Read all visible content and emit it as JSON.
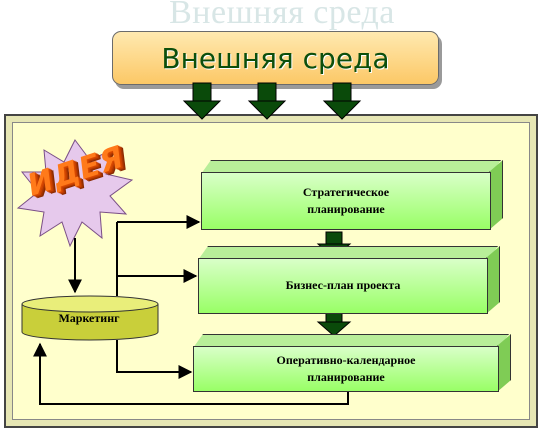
{
  "ghost_title": "Внешняя среда",
  "environment": {
    "label": "Внешняя среда"
  },
  "idea": {
    "label": "ИДЕЯ"
  },
  "marketing": {
    "label": "Маркетинг"
  },
  "boxes": {
    "strategic": {
      "line1": "Стратегическое",
      "line2": "планирование"
    },
    "business_plan": {
      "label": "Бизнес-план проекта"
    },
    "operational": {
      "line1": "Оперативно-календарное",
      "line2": "планирование"
    }
  },
  "colors": {
    "box_fill": "#99ff66",
    "environment_fill": "#fcc866",
    "environment_text": "#0c4f0c",
    "frame_fill": "#ffffcc",
    "down_arrow": "#0a4a0a",
    "idea_text": "#ff7a1a",
    "burst_fill": "#e6c9ec"
  },
  "icons": {
    "idea_burst": "starburst-icon",
    "marketing": "cylinder-icon",
    "flow_arrow": "arrow-icon"
  }
}
